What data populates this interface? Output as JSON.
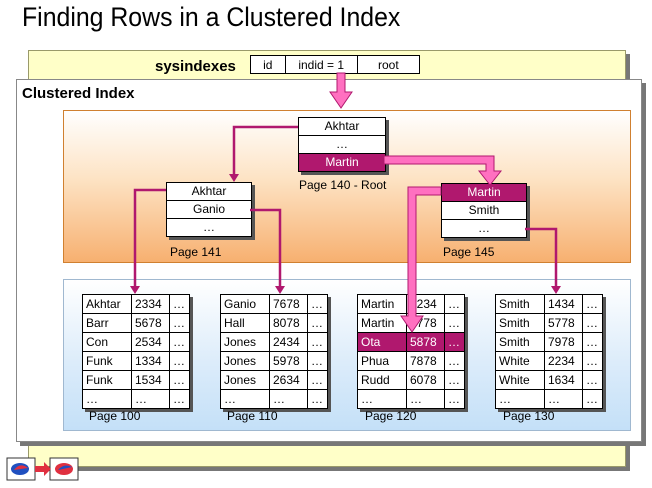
{
  "title": "Finding Rows in a Clustered Index",
  "sysindexes": {
    "label": "sysindexes",
    "cols": [
      "id",
      "indid = 1",
      "root"
    ]
  },
  "clustered_label": "Clustered Index",
  "root": {
    "rows": [
      "Akhtar",
      "…",
      "Martin"
    ],
    "caption": "Page 140 - Root"
  },
  "node141": {
    "rows": [
      "Akhtar",
      "Ganio",
      "…"
    ],
    "caption": "Page 141"
  },
  "node145": {
    "rows": [
      "Martin",
      "Smith",
      "…"
    ],
    "caption": "Page 145"
  },
  "leaf100": {
    "caption": "Page 100",
    "rows": [
      [
        "Akhtar",
        "2334",
        "…"
      ],
      [
        "Barr",
        "5678",
        "…"
      ],
      [
        "Con",
        "2534",
        "…"
      ],
      [
        "Funk",
        "1334",
        "…"
      ],
      [
        "Funk",
        "1534",
        "…"
      ],
      [
        "…",
        "…",
        "…"
      ]
    ]
  },
  "leaf110": {
    "caption": "Page 110",
    "rows": [
      [
        "Ganio",
        "7678",
        "…"
      ],
      [
        "Hall",
        "8078",
        "…"
      ],
      [
        "Jones",
        "2434",
        "…"
      ],
      [
        "Jones",
        "5978",
        "…"
      ],
      [
        "Jones",
        "2634",
        "…"
      ],
      [
        "…",
        "…",
        "…"
      ]
    ]
  },
  "leaf120": {
    "caption": "Page 120",
    "rows": [
      [
        "Martin",
        "1234",
        "…"
      ],
      [
        "Martin",
        "7778",
        "…"
      ],
      [
        "Ota",
        "5878",
        "…"
      ],
      [
        "Phua",
        "7878",
        "…"
      ],
      [
        "Rudd",
        "6078",
        "…"
      ],
      [
        "…",
        "…",
        "…"
      ]
    ]
  },
  "leaf130": {
    "caption": "Page 130",
    "rows": [
      [
        "Smith",
        "1434",
        "…"
      ],
      [
        "Smith",
        "5778",
        "…"
      ],
      [
        "Smith",
        "7978",
        "…"
      ],
      [
        "White",
        "2234",
        "…"
      ],
      [
        "White",
        "1634",
        "…"
      ],
      [
        "…",
        "…",
        "…"
      ]
    ]
  },
  "colors": {
    "highlight": "#b0186e",
    "arrow": "#e040a0",
    "yellow": "#ffffc8"
  }
}
